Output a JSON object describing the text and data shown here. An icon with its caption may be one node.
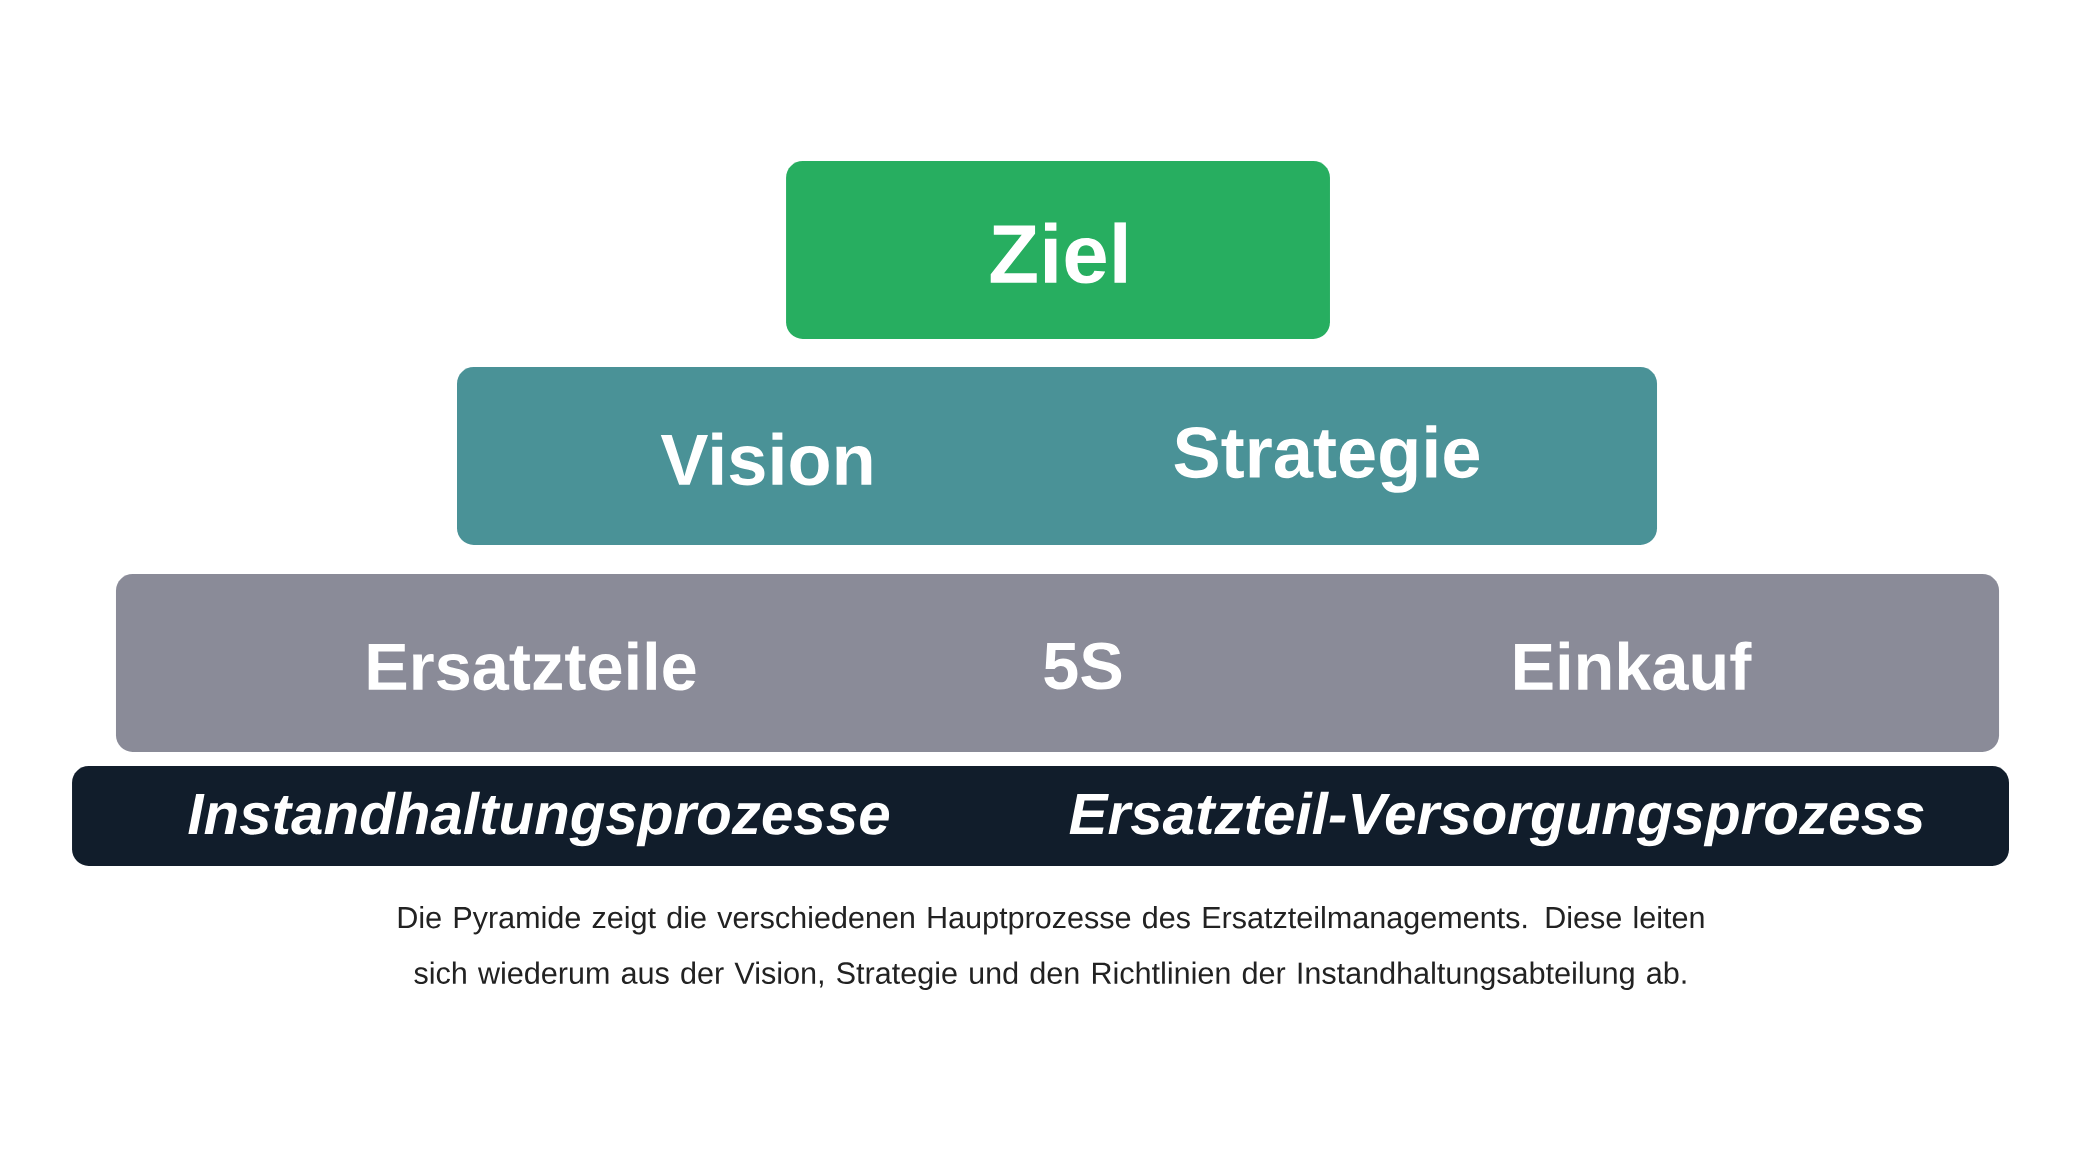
{
  "diagram": {
    "caption": "Die Pyramide zeigt die verschiedenen Hauptprozesse des Ersatzteilmanagements. Diese leiten sich wiederum aus der Vision, Strategie und den Richtlinien der Instandhaltungsabteilung ab.",
    "nodes": [
      {
        "text": [
          "Ziel"
        ]
      },
      {
        "text": [
          "Vision",
          "Strategie"
        ]
      },
      {
        "text": [
          "Ersatzteile",
          "5S",
          "Einkauf"
        ]
      },
      {
        "text": [
          "Instandhaltungsprozesse",
          "Ersatzteil-Versorgungsprozess"
        ]
      }
    ]
  }
}
